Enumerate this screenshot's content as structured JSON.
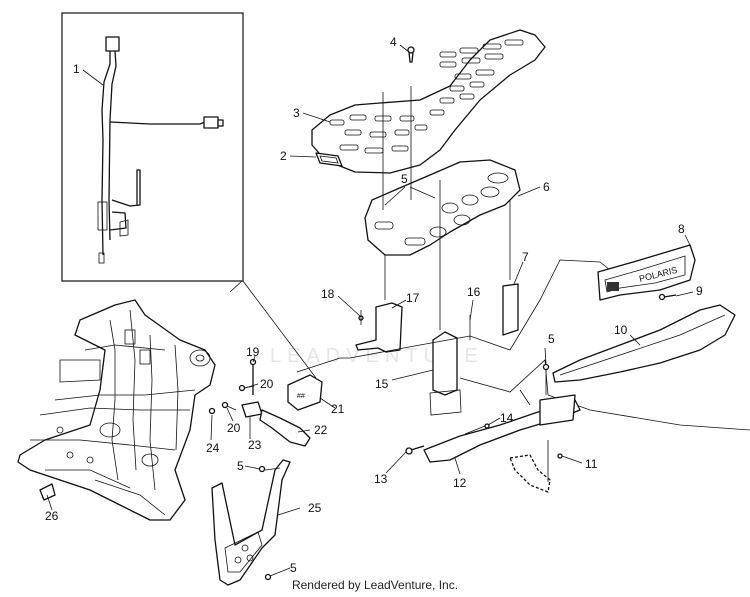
{
  "diagram": {
    "callouts": {
      "c1": "1",
      "c2": "2",
      "c3": "3",
      "c4": "4",
      "c5a": "5",
      "c5b": "5",
      "c5c": "5",
      "c5d": "5",
      "c6": "6",
      "c7": "7",
      "c8": "8",
      "c9": "9",
      "c10": "10",
      "c11": "11",
      "c12": "12",
      "c13": "13",
      "c14": "14",
      "c15": "15",
      "c16": "16",
      "c17": "17",
      "c18": "18",
      "c19": "19",
      "c20a": "20",
      "c20b": "20",
      "c21": "21",
      "c22": "22",
      "c23": "23",
      "c24": "24",
      "c25": "25",
      "c26": "26"
    },
    "grille_text": "POLARIS",
    "watermark": "LEADVENTURE"
  },
  "footer": {
    "credit": "Rendered by LeadVenture, Inc."
  }
}
